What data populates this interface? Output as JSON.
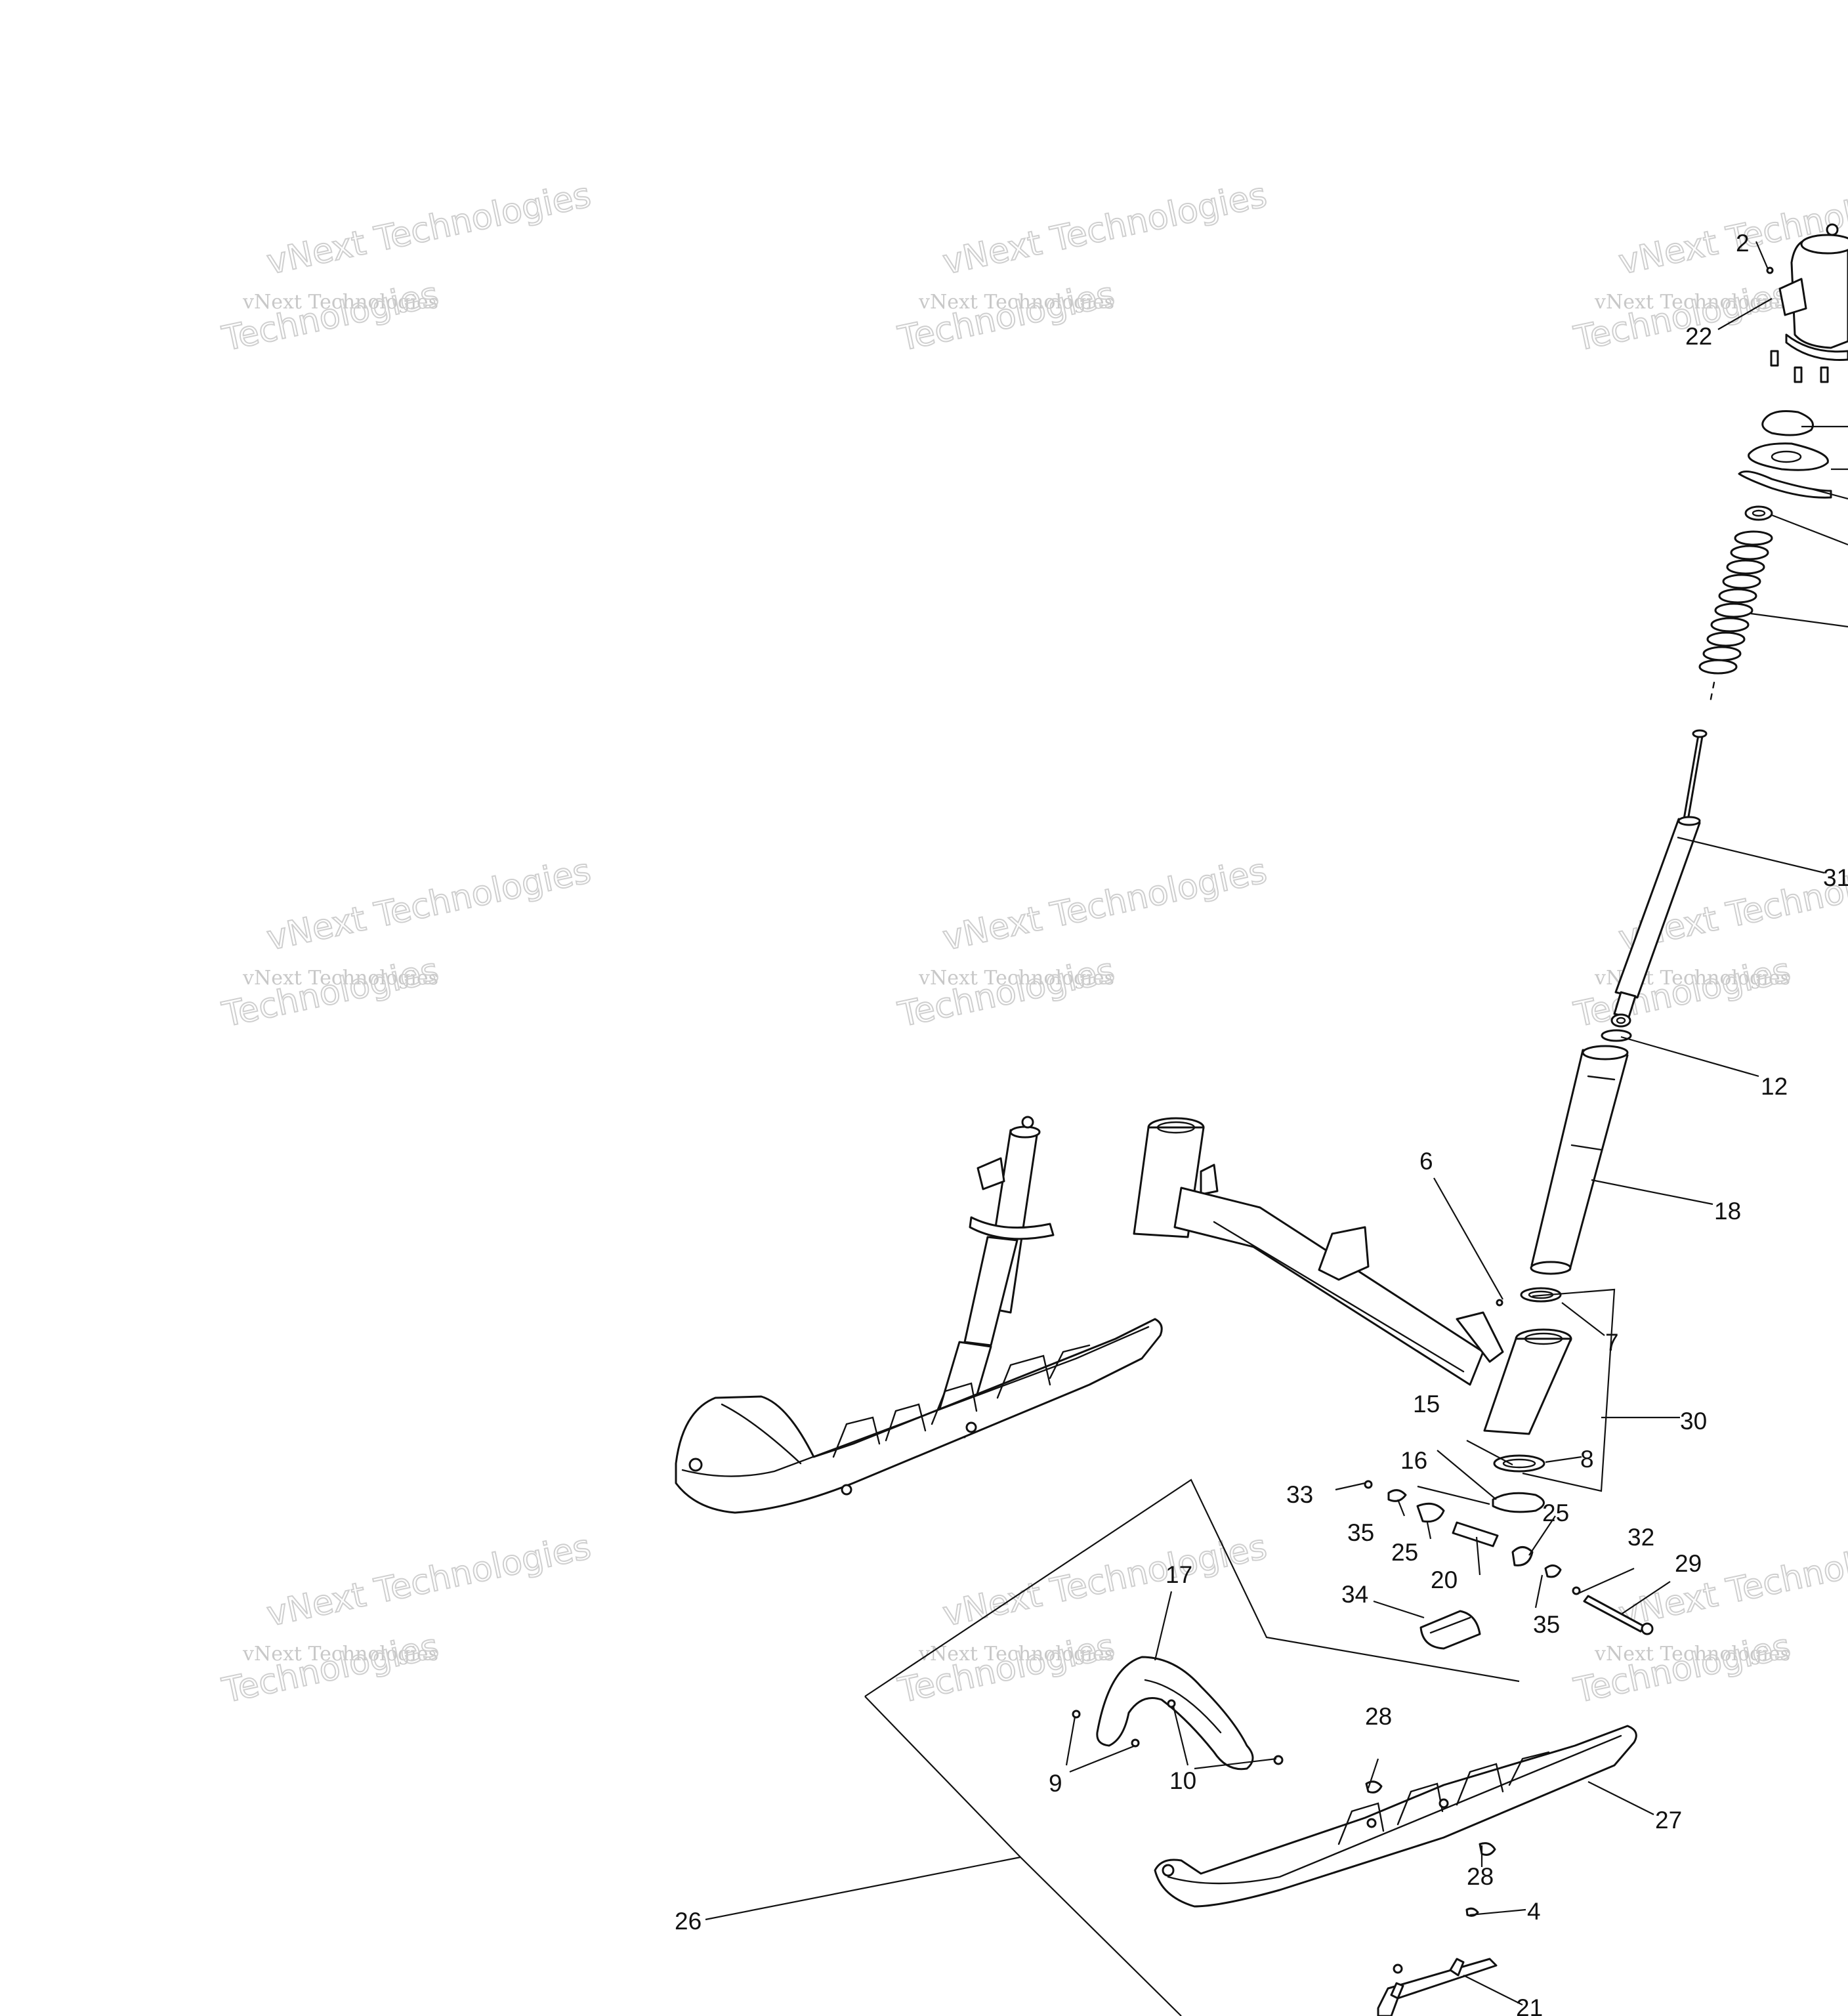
{
  "watermark": {
    "line1": "vNext Technologies",
    "line2": "vNext Technologies"
  },
  "callouts": {
    "c2": "2",
    "c22": "22",
    "c31": "31",
    "c12": "12",
    "c18": "18",
    "c6": "6",
    "c7": "7",
    "c30": "30",
    "c15": "15",
    "c16": "16",
    "c8": "8",
    "c33": "33",
    "c35a": "35",
    "c25a": "25",
    "c25b": "25",
    "c20": "20",
    "c32": "32",
    "c29": "29",
    "c35b": "35",
    "c34": "34",
    "c17": "17",
    "c28a": "28",
    "c9": "9",
    "c10": "10",
    "c27": "27",
    "c28b": "28",
    "c26": "26",
    "c4": "4",
    "c21": "21"
  }
}
